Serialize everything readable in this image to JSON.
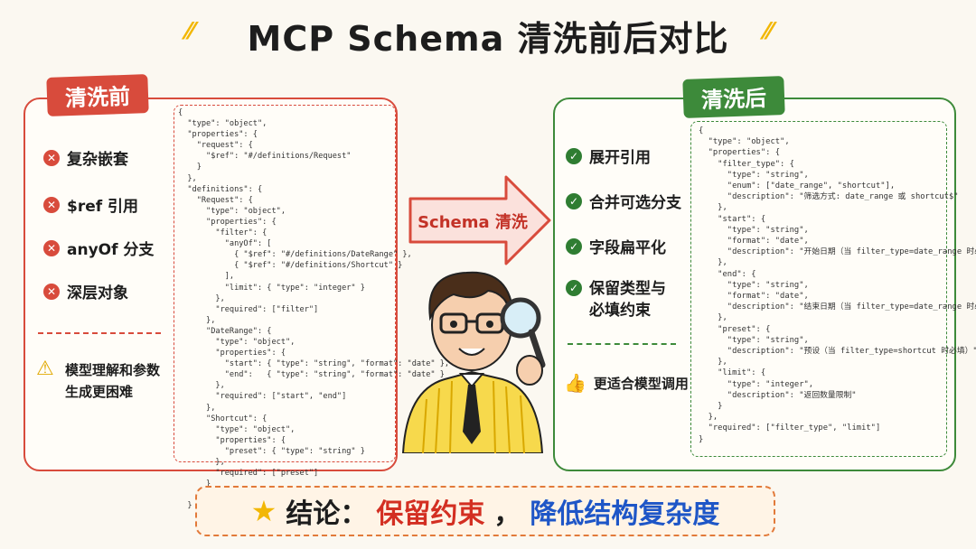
{
  "title": "MCP Schema 清洗前后对比",
  "before": {
    "tab": "清洗前",
    "items": [
      "复杂嵌套",
      "$ref 引用",
      "anyOf 分支",
      "深层对象"
    ],
    "warning": [
      "模型理解和参数",
      "生成更困难"
    ],
    "code": "{\n  \"type\": \"object\",\n  \"properties\": {\n    \"request\": {\n      \"$ref\": \"#/definitions/Request\"\n    }\n  },\n  \"definitions\": {\n    \"Request\": {\n      \"type\": \"object\",\n      \"properties\": {\n        \"filter\": {\n          \"anyOf\": [\n            { \"$ref\": \"#/definitions/DateRange\" },\n            { \"$ref\": \"#/definitions/Shortcut\" }\n          ],\n          \"limit\": { \"type\": \"integer\" }\n        },\n        \"required\": [\"filter\"]\n      },\n      \"DateRange\": {\n        \"type\": \"object\",\n        \"properties\": {\n          \"start\": { \"type\": \"string\", \"format\": \"date\" },\n          \"end\":   { \"type\": \"string\", \"format\": \"date\" }\n        },\n        \"required\": [\"start\", \"end\"]\n      },\n      \"Shortcut\": {\n        \"type\": \"object\",\n        \"properties\": {\n          \"preset\": { \"type\": \"string\" }\n        },\n        \"required\": [\"preset\"]\n      }\n    }\n  }"
  },
  "arrow_label": "Schema 清洗",
  "after": {
    "tab": "清洗后",
    "items": [
      "展开引用",
      "合并可选分支",
      "字段扁平化",
      "保留类型与",
      "必填约束"
    ],
    "benefit": "更适合模型调用",
    "code": "{\n  \"type\": \"object\",\n  \"properties\": {\n    \"filter_type\": {\n      \"type\": \"string\",\n      \"enum\": [\"date_range\", \"shortcut\"],\n      \"description\": \"筛选方式: date_range 或 shortcut$\"\n    },\n    \"start\": {\n      \"type\": \"string\",\n      \"format\": \"date\",\n      \"description\": \"开始日期（当 filter_type=date_range 时必填）\"\n    },\n    \"end\": {\n      \"type\": \"string\",\n      \"format\": \"date\",\n      \"description\": \"结束日期（当 filter_type=date_range 时必填）\"\n    },\n    \"preset\": {\n      \"type\": \"string\",\n      \"description\": \"预设（当 filter_type=shortcut 时必填）\"\n    },\n    \"limit\": {\n      \"type\": \"integer\",\n      \"description\": \"返回数量限制\"\n    }\n  },\n  \"required\": [\"filter_type\", \"limit\"]\n}"
  },
  "conclusion": {
    "prefix": "结论：",
    "part1": "保留约束",
    "sep": "，",
    "part2": "降低结构复杂度"
  },
  "colors": {
    "red": "#d84b3c",
    "green": "#3d8a3a",
    "blue": "#1e56c7"
  }
}
